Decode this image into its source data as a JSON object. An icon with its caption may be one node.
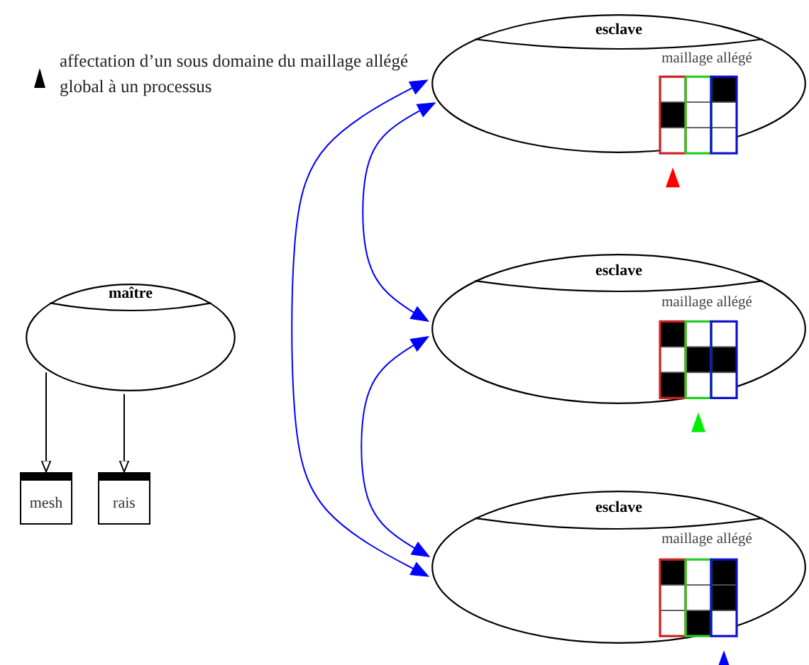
{
  "diagram": {
    "nodes": [
      {
        "text": [
          "maître"
        ]
      },
      {
        "text": [
          "mesh"
        ]
      },
      {
        "text": [
          "rais"
        ]
      },
      {
        "text": [
          "esclave",
          "maillage allégé"
        ]
      },
      {
        "text": [
          "esclave",
          "maillage allégé"
        ]
      },
      {
        "text": [
          "esclave",
          "maillage allégé"
        ]
      }
    ],
    "edges": [
      {
        "from": 0,
        "to": 1,
        "arrow": "to",
        "color": "#000000"
      },
      {
        "from": 0,
        "to": 2,
        "arrow": "to",
        "color": "#000000"
      },
      {
        "from": 3,
        "to": 4,
        "arrow": "both"
      },
      {
        "from": 4,
        "to": 5,
        "arrow": "both"
      },
      {
        "from": 3,
        "to": 5,
        "arrow": "both"
      }
    ],
    "legend": [
      {
        "text": "affectation d’un sous domaine du maillage allégé global à un processus"
      }
    ]
  }
}
